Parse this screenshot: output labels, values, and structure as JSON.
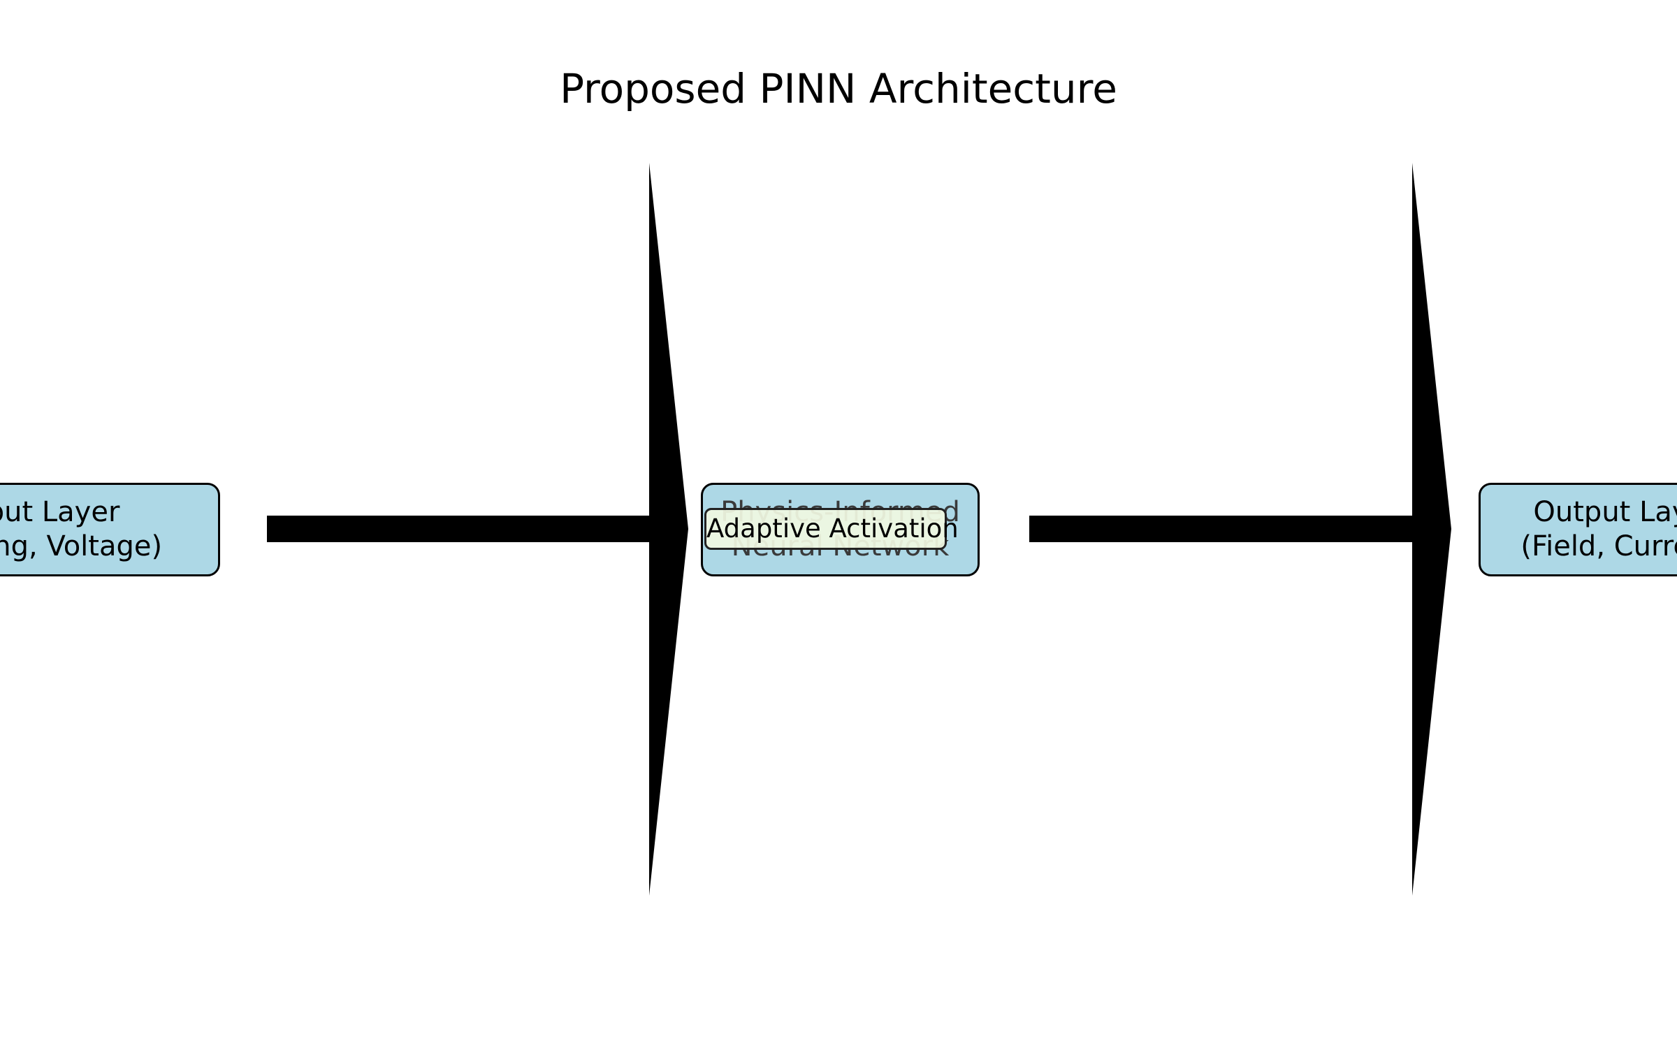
{
  "diagram": {
    "title": "Proposed PINN Architecture",
    "nodes": [
      {
        "id": "input",
        "line1": "Input Layer",
        "line2": "(Doping, Voltage)"
      },
      {
        "id": "pinn",
        "line1": "Physics-Informed",
        "line2": "Neural Network",
        "inner_label": "Adaptive Activation"
      },
      {
        "id": "output",
        "line1": "Output Layer",
        "line2": "(Field, Current)"
      }
    ],
    "edges": [
      {
        "from": "input",
        "to": "pinn"
      },
      {
        "from": "pinn",
        "to": "output"
      }
    ],
    "colors": {
      "box_fill": "#add8e6",
      "inner_box_fill": "#f0f8e1",
      "arrow": "#000000",
      "background": "#ffffff"
    }
  }
}
